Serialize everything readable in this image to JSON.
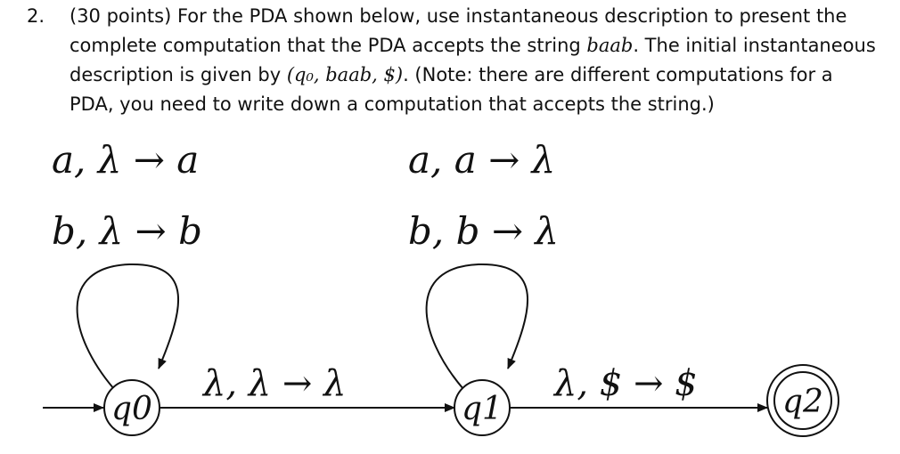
{
  "question": {
    "number": "2.",
    "points": "(30 points)",
    "line1_a": " For the PDA shown below, use instantaneous description to present the complete computation that the PDA accepts the string ",
    "string": "baab",
    "line1_b": ". The initial instantaneous description is given by ",
    "initial_id": "(q₀, baab, $)",
    "line1_c": ". (Note: there are different computations for a PDA, you need to write down a computation that accepts the string.)"
  },
  "diagram": {
    "states": [
      {
        "id": "q0",
        "label": "q0",
        "start": true,
        "accepting": false
      },
      {
        "id": "q1",
        "label": "q1",
        "start": false,
        "accepting": false
      },
      {
        "id": "q2",
        "label": "q2",
        "start": false,
        "accepting": true
      }
    ],
    "loops": [
      {
        "state": "q0",
        "labels": [
          "a, λ → a",
          "b, λ → b"
        ]
      },
      {
        "state": "q1",
        "labels": [
          "a, a → λ",
          "b, b → λ"
        ]
      }
    ],
    "transitions": [
      {
        "from": "q0",
        "to": "q1",
        "label": "λ, λ → λ"
      },
      {
        "from": "q1",
        "to": "q2",
        "label": "λ, $ → $"
      }
    ]
  }
}
